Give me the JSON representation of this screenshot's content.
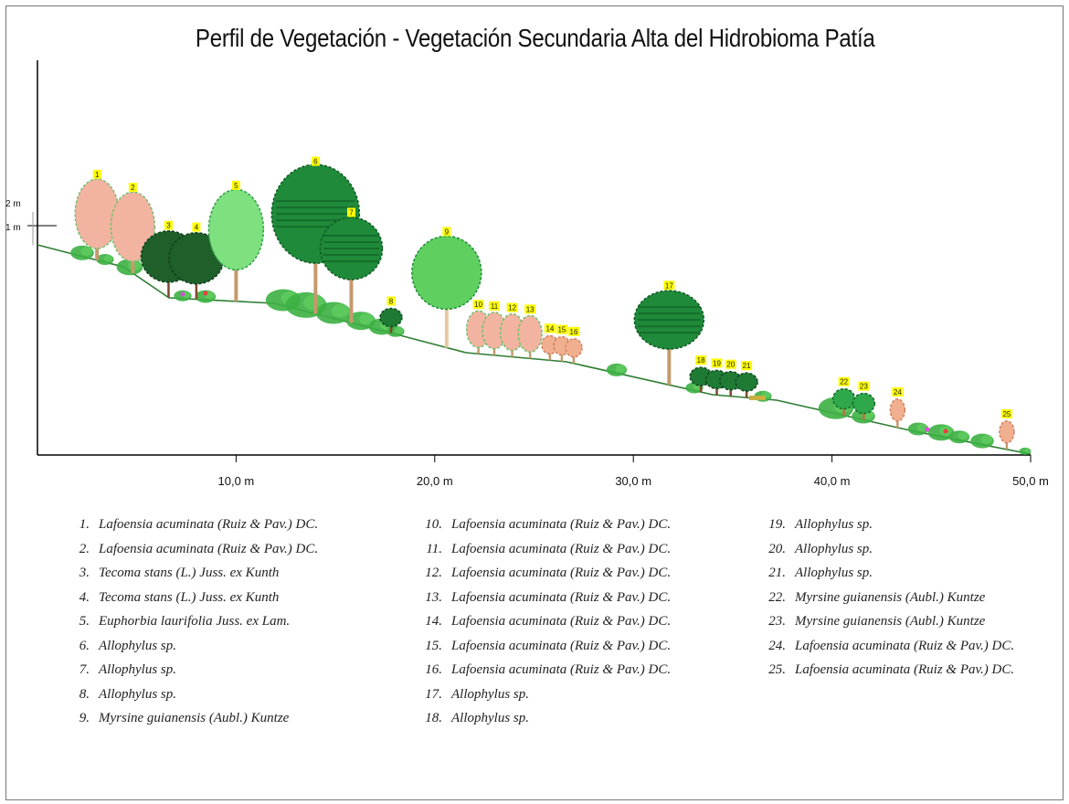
{
  "title": "Perfil de Vegetación - Vegetación Secundaria Alta del Hidrobioma Patía",
  "height_labels": [
    "2 m",
    "1 m"
  ],
  "x_axis": {
    "ticks": [
      {
        "value": 10,
        "label": "10,0 m"
      },
      {
        "value": 20,
        "label": "20,0 m"
      },
      {
        "value": 30,
        "label": "30,0 m"
      },
      {
        "value": 40,
        "label": "40,0 m"
      },
      {
        "value": 50,
        "label": "50,0 m"
      }
    ],
    "range": [
      0,
      50
    ]
  },
  "colors": {
    "ground_line": "#2e7d32",
    "dark_green": "#1b6e2f",
    "mid_green": "#2e9e45",
    "light_green": "#5cc95c",
    "pink": "#f2b4a0",
    "trunk": "#c49a6c",
    "number_box": "#ffff00",
    "shrub": "#3cb043"
  },
  "trees": [
    {
      "n": "1",
      "x": 3.0,
      "type": "pink-tall"
    },
    {
      "n": "2",
      "x": 4.8,
      "type": "pink-tall"
    },
    {
      "n": "3",
      "x": 6.6,
      "type": "dark-wide"
    },
    {
      "n": "4",
      "x": 8.0,
      "type": "dark-wide"
    },
    {
      "n": "5",
      "x": 10.0,
      "type": "light-tall"
    },
    {
      "n": "6",
      "x": 14.0,
      "type": "big-dark"
    },
    {
      "n": "7",
      "x": 15.8,
      "type": "mid-dark"
    },
    {
      "n": "8",
      "x": 17.8,
      "type": "small-dark"
    },
    {
      "n": "9",
      "x": 20.6,
      "type": "light-round"
    },
    {
      "n": "10",
      "x": 22.2,
      "type": "pink-mid"
    },
    {
      "n": "11",
      "x": 23.0,
      "type": "pink-mid"
    },
    {
      "n": "12",
      "x": 23.9,
      "type": "pink-mid"
    },
    {
      "n": "13",
      "x": 24.8,
      "type": "pink-mid"
    },
    {
      "n": "14",
      "x": 25.8,
      "type": "pink-small"
    },
    {
      "n": "15",
      "x": 26.4,
      "type": "pink-small"
    },
    {
      "n": "16",
      "x": 27.0,
      "type": "pink-small"
    },
    {
      "n": "17",
      "x": 31.8,
      "type": "mid-dark-tall"
    },
    {
      "n": "18",
      "x": 33.4,
      "type": "small-dark"
    },
    {
      "n": "19",
      "x": 34.2,
      "type": "small-dark"
    },
    {
      "n": "20",
      "x": 34.9,
      "type": "small-dark"
    },
    {
      "n": "21",
      "x": 35.7,
      "type": "small-dark"
    },
    {
      "n": "22",
      "x": 40.6,
      "type": "small-green"
    },
    {
      "n": "23",
      "x": 41.6,
      "type": "small-green"
    },
    {
      "n": "24",
      "x": 43.3,
      "type": "pink-tiny"
    },
    {
      "n": "25",
      "x": 48.8,
      "type": "pink-tiny"
    }
  ],
  "legend": [
    {
      "num": "1.",
      "name": "Lafoensia acuminata (Ruiz & Pav.) DC."
    },
    {
      "num": "2.",
      "name": "Lafoensia acuminata (Ruiz & Pav.) DC."
    },
    {
      "num": "3.",
      "name": "Tecoma stans (L.) Juss. ex Kunth"
    },
    {
      "num": "4.",
      "name": "Tecoma stans (L.) Juss. ex Kunth"
    },
    {
      "num": "5.",
      "name": "Euphorbia laurifolia Juss. ex Lam."
    },
    {
      "num": "6.",
      "name": "Allophylus sp."
    },
    {
      "num": "7.",
      "name": "Allophylus sp."
    },
    {
      "num": "8.",
      "name": "Allophylus sp."
    },
    {
      "num": "9.",
      "name": "Myrsine guianensis (Aubl.) Kuntze"
    },
    {
      "num": "10.",
      "name": "Lafoensia acuminata (Ruiz & Pav.) DC."
    },
    {
      "num": "11.",
      "name": "Lafoensia acuminata (Ruiz & Pav.) DC."
    },
    {
      "num": "12.",
      "name": "Lafoensia acuminata (Ruiz & Pav.) DC."
    },
    {
      "num": "13.",
      "name": "Lafoensia acuminata (Ruiz & Pav.) DC."
    },
    {
      "num": "14.",
      "name": "Lafoensia acuminata (Ruiz & Pav.) DC."
    },
    {
      "num": "15.",
      "name": "Lafoensia acuminata (Ruiz & Pav.) DC."
    },
    {
      "num": "16.",
      "name": "Lafoensia acuminata (Ruiz & Pav.) DC."
    },
    {
      "num": "17.",
      "name": "Allophylus sp."
    },
    {
      "num": "18.",
      "name": "Allophylus sp."
    },
    {
      "num": "19.",
      "name": "Allophylus sp."
    },
    {
      "num": "20.",
      "name": "Allophylus sp."
    },
    {
      "num": "21.",
      "name": "Allophylus sp."
    },
    {
      "num": "22.",
      "name": "Myrsine guianensis (Aubl.) Kuntze"
    },
    {
      "num": "23.",
      "name": "Myrsine guianensis (Aubl.) Kuntze"
    },
    {
      "num": "24.",
      "name": "Lafoensia acuminata (Ruiz & Pav.) DC."
    },
    {
      "num": "25.",
      "name": "Lafoensia acuminata (Ruiz & Pav.) DC."
    }
  ]
}
